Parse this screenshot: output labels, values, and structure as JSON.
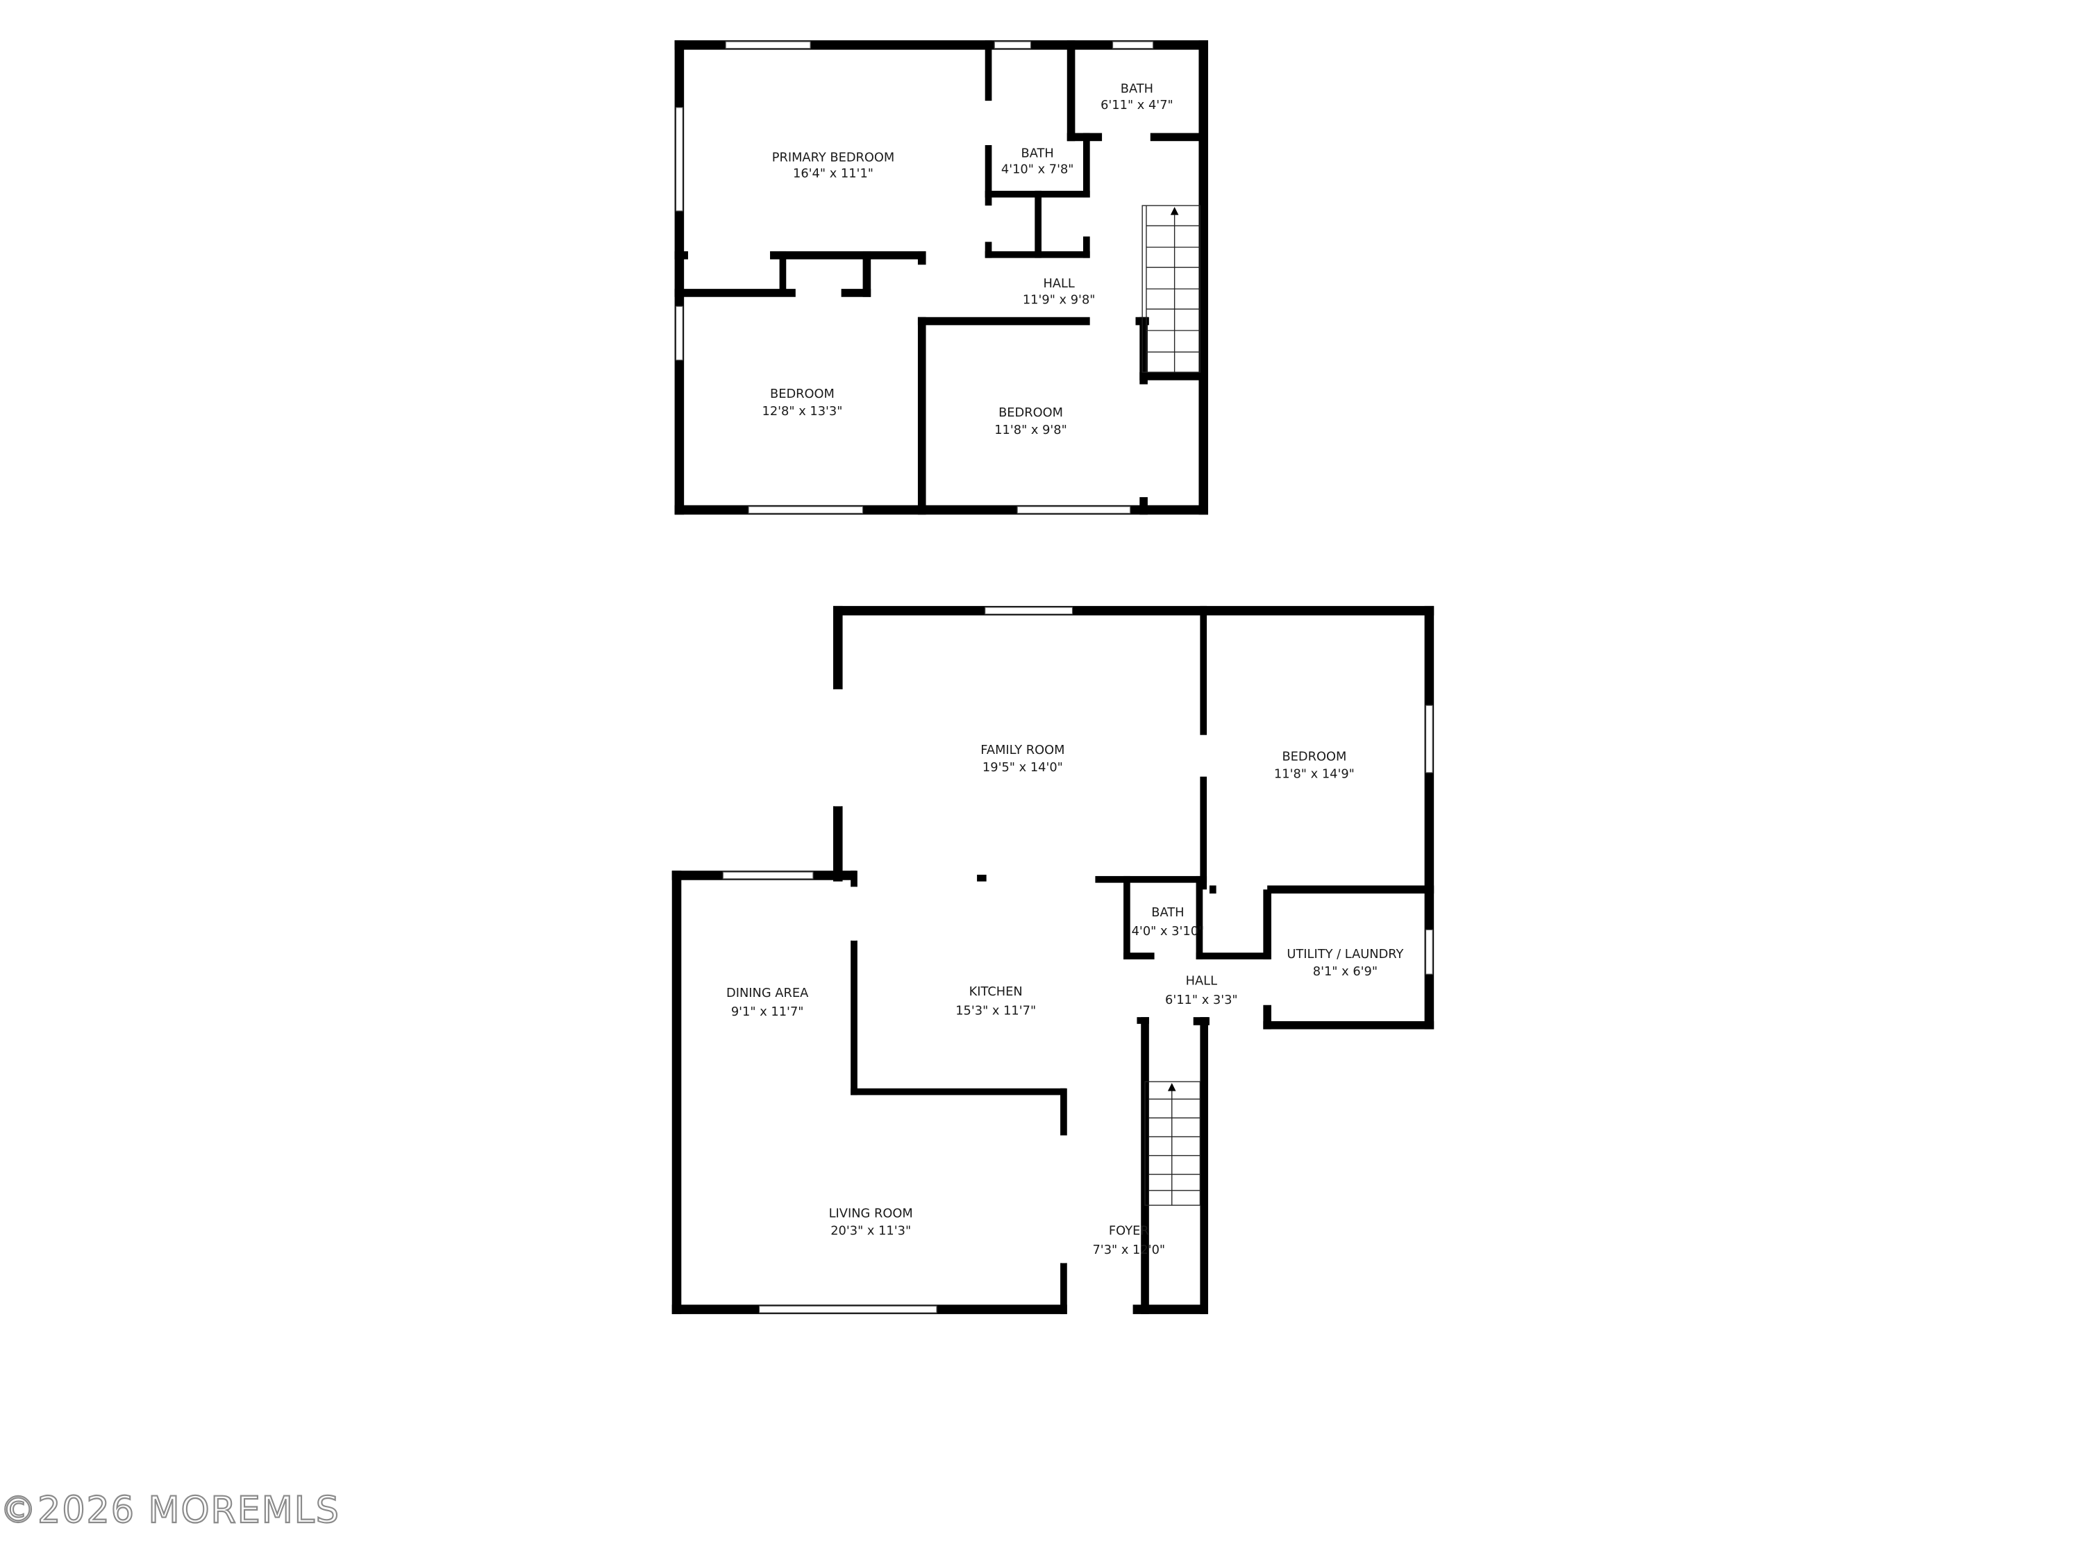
{
  "upper_floor": {
    "rooms": [
      {
        "name": "PRIMARY BEDROOM",
        "size": "16'4\" x 11'1\""
      },
      {
        "name": "BATH",
        "size": "4'10\" x 7'8\""
      },
      {
        "name": "BATH",
        "size": "6'11\" x 4'7\""
      },
      {
        "name": "HALL",
        "size": "11'9\" x 9'8\""
      },
      {
        "name": "BEDROOM",
        "size": "12'8\" x 13'3\""
      },
      {
        "name": "BEDROOM",
        "size": "11'8\" x 9'8\""
      }
    ]
  },
  "main_floor": {
    "rooms": [
      {
        "name": "FAMILY ROOM",
        "size": "19'5\" x 14'0\""
      },
      {
        "name": "BEDROOM",
        "size": "11'8\" x 14'9\""
      },
      {
        "name": "BATH",
        "size": "4'0\" x 3'10\""
      },
      {
        "name": "UTILITY / LAUNDRY",
        "size": "8'1\" x 6'9\""
      },
      {
        "name": "HALL",
        "size": "6'11\" x 3'3\""
      },
      {
        "name": "DINING AREA",
        "size": "9'1\" x 11'7\""
      },
      {
        "name": "KITCHEN",
        "size": "15'3\" x 11'7\""
      },
      {
        "name": "LIVING ROOM",
        "size": "20'3\" x 11'3\""
      },
      {
        "name": "FOYER",
        "size": "7'3\" x 12'0\""
      }
    ]
  },
  "watermark": "©2026 MOREMLS",
  "colors": {
    "wall": "#000000",
    "background": "#ffffff",
    "watermark": "#8a8a8a"
  }
}
